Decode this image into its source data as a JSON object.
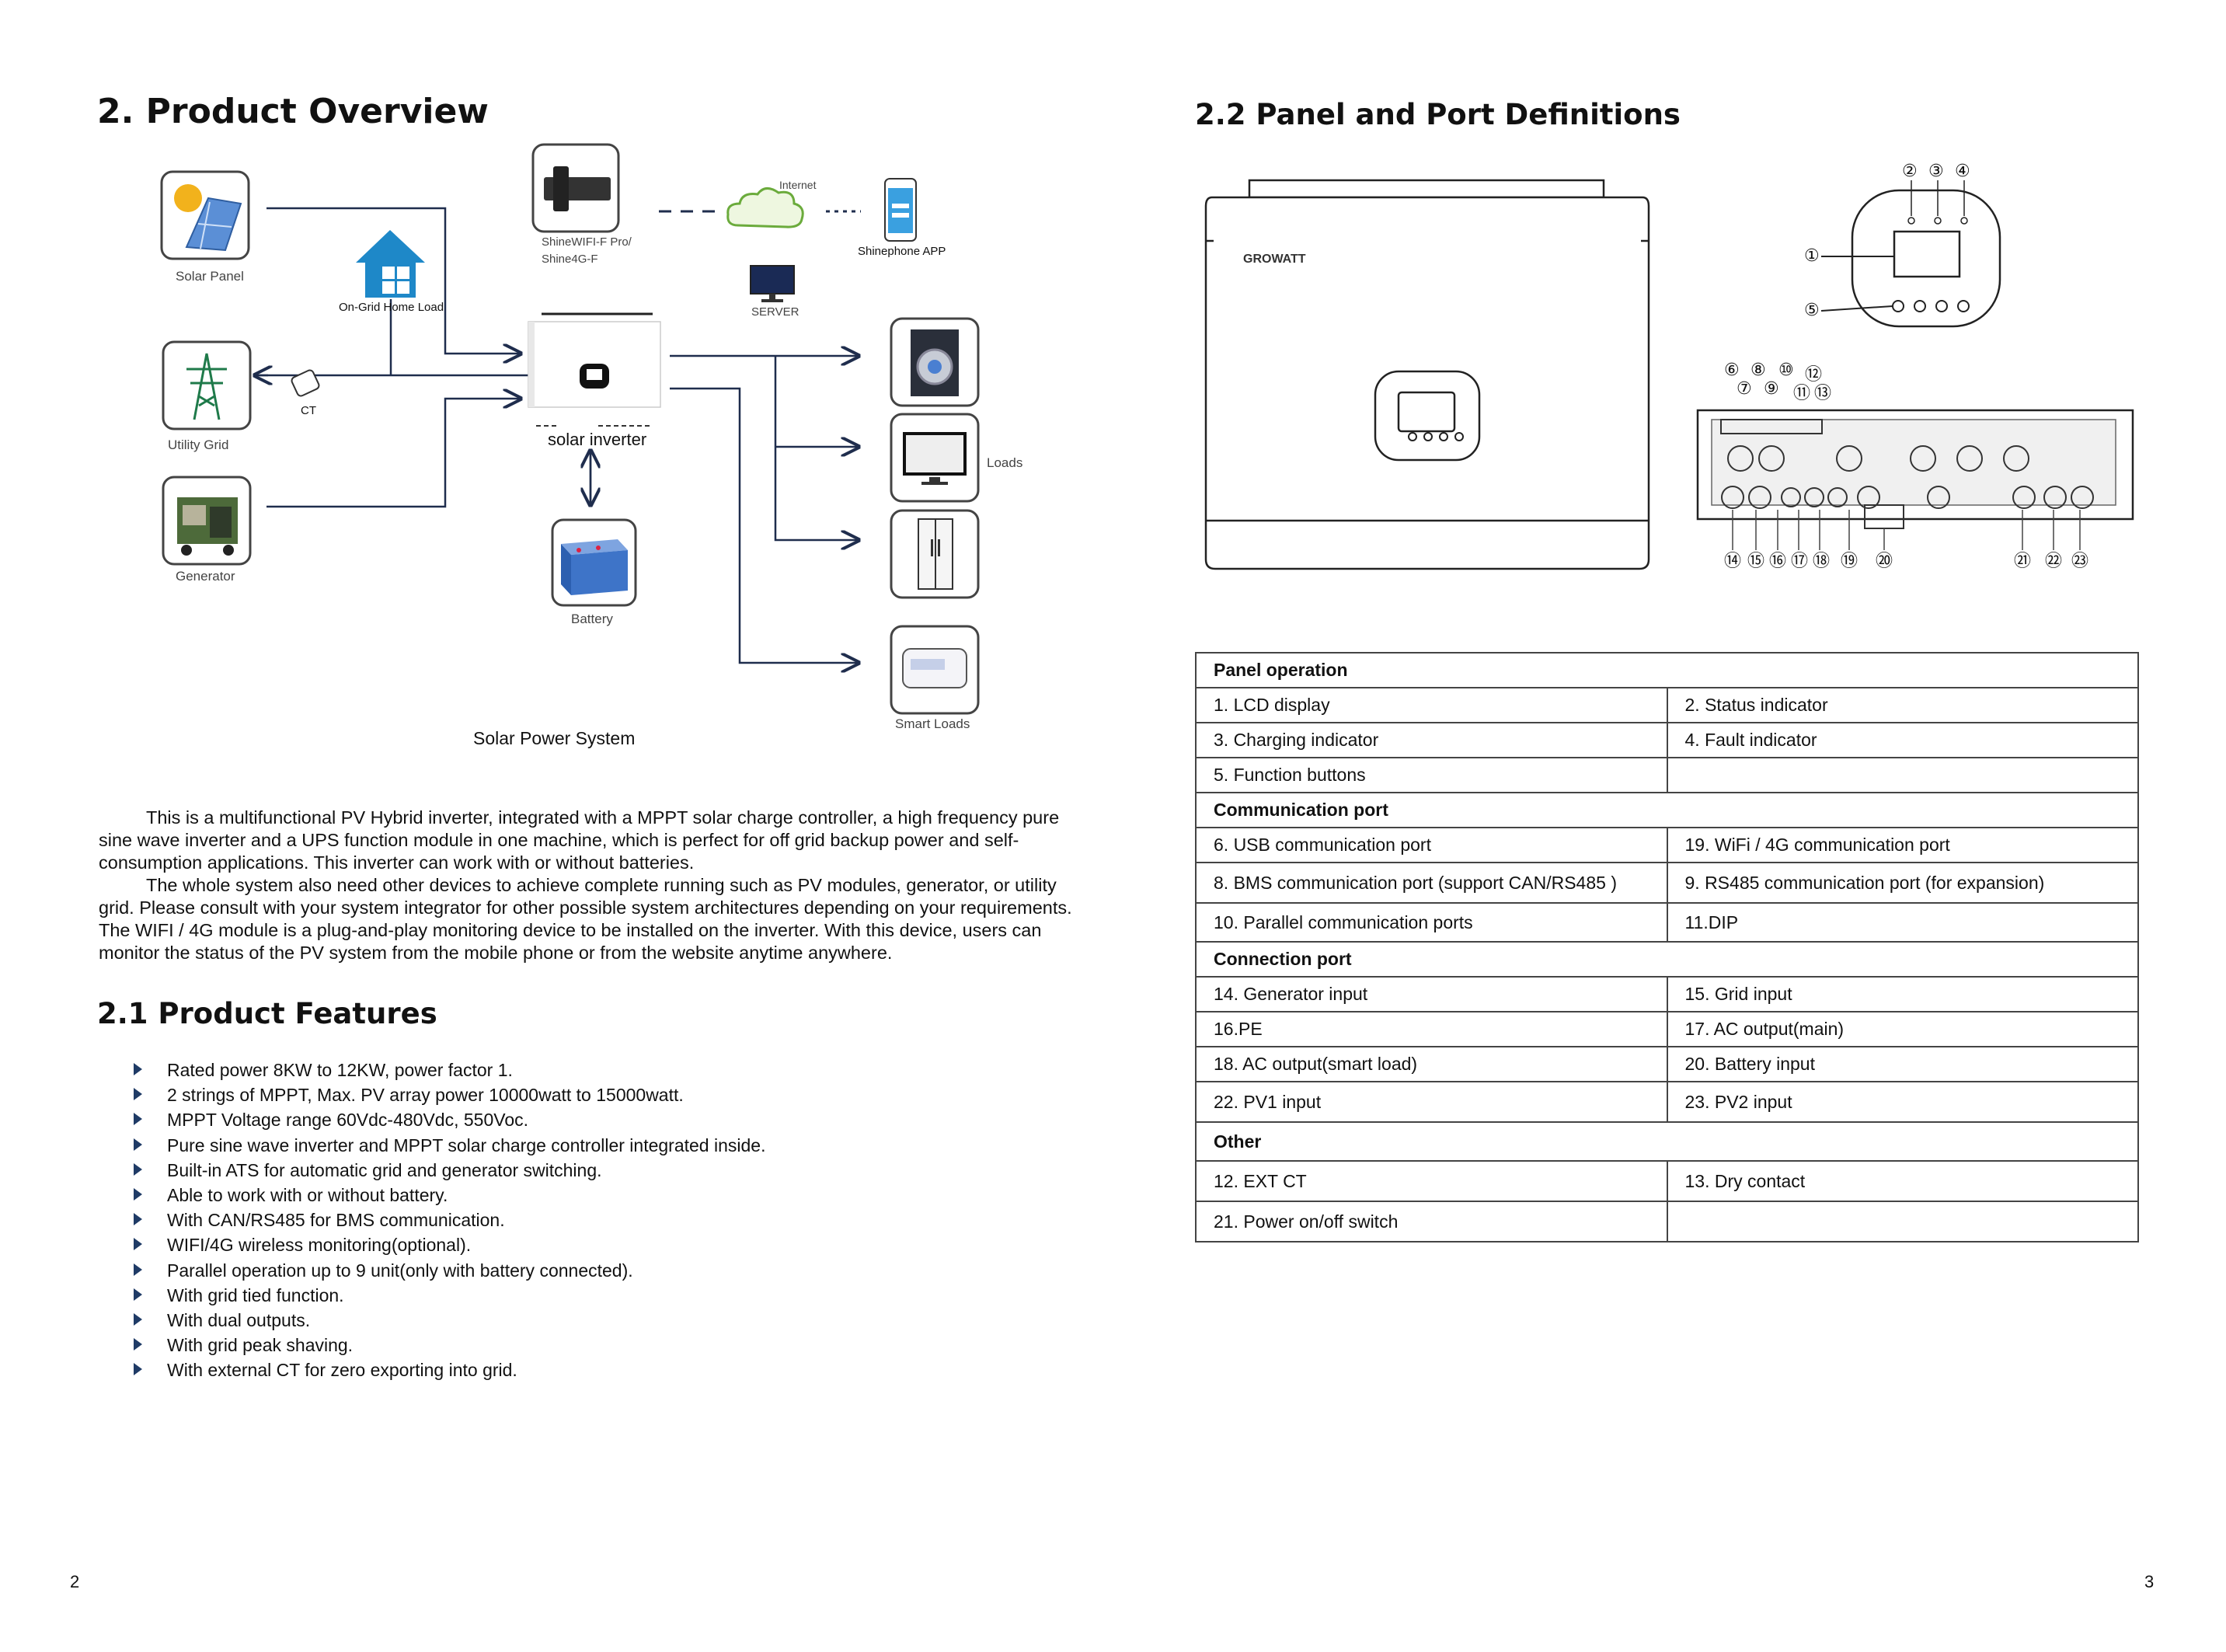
{
  "left": {
    "title": "2. Product Overview",
    "diagram": {
      "solar_panel": "Solar Panel",
      "home_load": "On-Grid Home Load",
      "utility_grid": "Utility Grid",
      "ct": "CT",
      "generator": "Generator",
      "wifi_line1": "ShineWIFI-F Pro/",
      "wifi_line2": "Shine4G-F",
      "internet": "Internet",
      "server": "SERVER",
      "app": "Shinephone APP",
      "inverter": "solar inverter",
      "battery": "Battery",
      "loads": "Loads",
      "smart_loads": "Smart Loads",
      "caption": "Solar Power System"
    },
    "paragraph1": "This is a multifunctional PV Hybrid inverter, integrated with a MPPT solar charge controller, a high frequency pure sine wave inverter and a UPS function module in one machine, which is perfect for off grid backup power and self-consumption applications. This inverter can work with or without batteries.",
    "paragraph2": "The whole system also need other devices to achieve complete running such as PV modules, generator, or utility grid. Please consult with your system integrator for other possible system architectures depending on your requirements. The WIFI / 4G module is a plug-and-play monitoring device to be installed on the inverter. With this device, users can monitor the status of the PV system from the mobile phone or from the website anytime anywhere.",
    "features_title": "2.1 Product Features",
    "features": [
      "Rated power 8KW to 12KW, power factor 1.",
      "2 strings of MPPT, Max. PV array power 10000watt to 15000watt.",
      "MPPT Voltage range 60Vdc-480Vdc, 550Voc.",
      "Pure sine wave inverter and MPPT solar charge controller integrated inside.",
      "Built-in ATS for automatic grid and generator switching.",
      "Able to work with or without battery.",
      "With CAN/RS485 for BMS communication.",
      "WIFI/4G wireless monitoring(optional).",
      "Parallel operation up to 9 unit(only with battery connected).",
      "With grid tied function.",
      "With dual outputs.",
      "With grid peak shaving.",
      "With external CT for zero exporting into grid."
    ],
    "page_number": "2"
  },
  "right": {
    "title": "2.2 Panel and Port Definitions",
    "brand": "GROWATT",
    "callouts_top": [
      "②",
      "③",
      "④",
      "①",
      "⑤"
    ],
    "callouts_rear_top_row1": [
      "⑥",
      "⑧",
      "⑩",
      "⑫"
    ],
    "callouts_rear_top_row2": [
      "⑦",
      "⑨",
      "⑪",
      "⑬"
    ],
    "callouts_rear_bottom": [
      "⑭",
      "⑮",
      "⑯",
      "⑰",
      "⑱",
      "⑲",
      "⑳",
      "㉑",
      "㉒",
      "㉓"
    ],
    "table": {
      "panel_header": "Panel operation",
      "panel_rows": [
        [
          "1. LCD display",
          "2. Status indicator"
        ],
        [
          "3. Charging indicator",
          "4. Fault indicator"
        ],
        [
          "5. Function buttons",
          ""
        ]
      ],
      "comm_header": "Communication port",
      "comm_rows": [
        [
          "6. USB communication port",
          "19. WiFi / 4G communication port"
        ],
        [
          "8. BMS communication port (support CAN/RS485 )",
          "9. RS485 communication port (for expansion)"
        ],
        [
          "10. Parallel communication ports",
          "11.DIP"
        ]
      ],
      "conn_header": "Connection port",
      "conn_rows": [
        [
          "14. Generator input",
          "15. Grid input"
        ],
        [
          "16.PE",
          "17. AC output(main)"
        ],
        [
          "18. AC output(smart load)",
          "20. Battery input"
        ],
        [
          "22. PV1 input",
          "23. PV2 input"
        ]
      ],
      "other_header": "Other",
      "other_rows": [
        [
          "12. EXT CT",
          "13. Dry contact"
        ],
        [
          "21. Power on/off switch",
          ""
        ]
      ]
    },
    "page_number": "3"
  }
}
